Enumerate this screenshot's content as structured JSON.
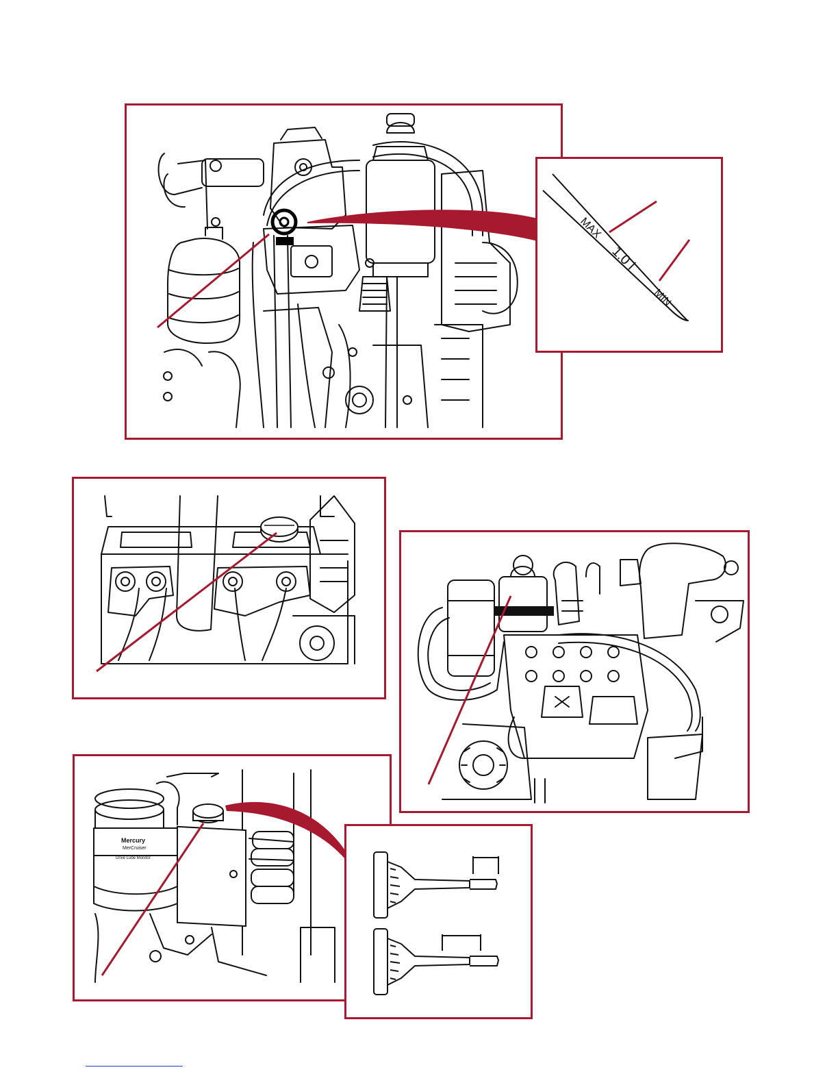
{
  "colors": {
    "frame": "#a6192e",
    "leader": "#a6192e",
    "line_art": "#111111",
    "link_rule": "#1f3fd0"
  },
  "dipstick_detail": {
    "max_label": "MAX",
    "capacity_label": "1.0 l",
    "min_label": "MIN"
  },
  "reservoir_label": {
    "brand_line1": "Mercury",
    "brand_line2": "MerCruiser",
    "brand_line3": "Drive Lube Monitor"
  },
  "icons": [
    "engine-illustration",
    "dipstick-illustration",
    "fill-cap-illustration",
    "reservoir-illustration",
    "cap-dipstick-illustration"
  ]
}
